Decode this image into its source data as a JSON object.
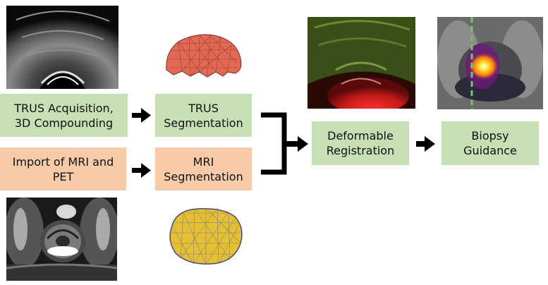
{
  "nodes": {
    "trus_acq": "TRUS Acquisition,\n3D Compounding",
    "trus_seg": "TRUS\nSegmentation",
    "mri_import": "Import of MRI and\nPET",
    "mri_seg": "MRI\nSegmentation",
    "registration": "Deformable\nRegistration",
    "guidance": "Biopsy\nGuidance"
  },
  "images": {
    "trus_scan": "ultrasound-image",
    "trus_mesh": "trus-prostate-mesh",
    "mri_scan": "mri-pelvis-image",
    "mri_mesh": "mri-prostate-mesh",
    "fusion": "registration-overlay-image",
    "biopsy": "biopsy-guidance-image"
  },
  "colors": {
    "ultrasound_box": "#c6dfb4",
    "mri_box": "#f7caa8",
    "arrow": "#000000",
    "needle_path": "#7cc46a"
  }
}
